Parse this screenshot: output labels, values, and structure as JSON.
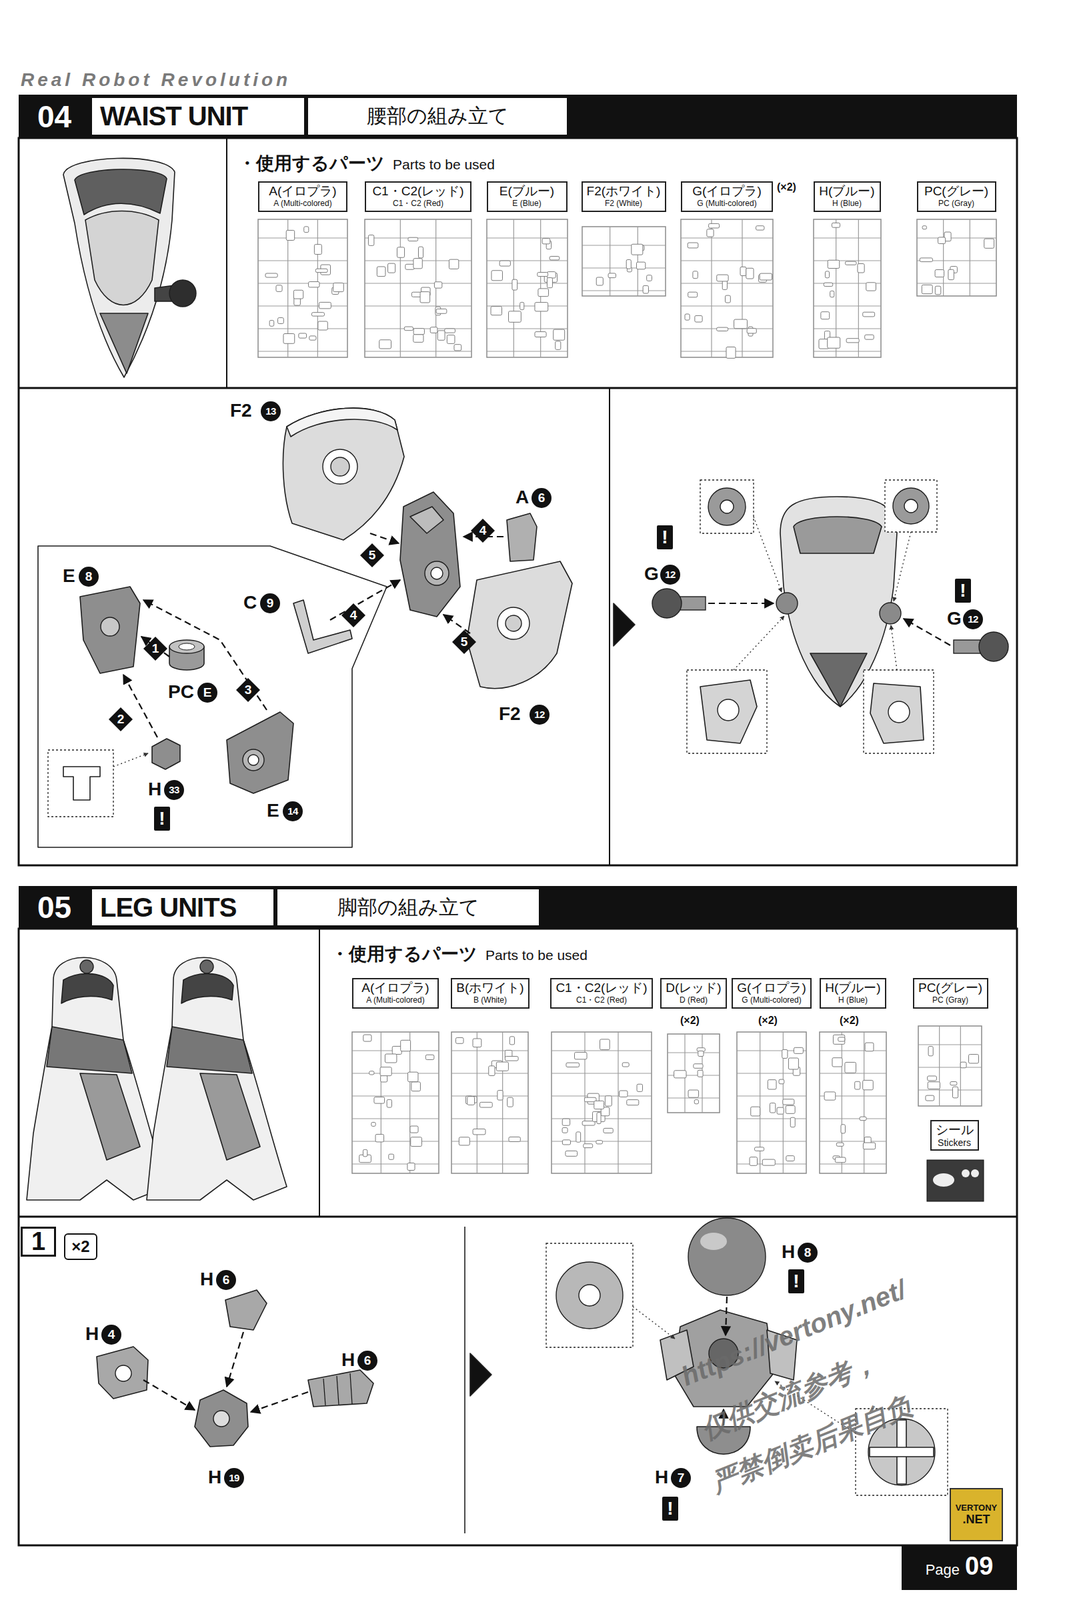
{
  "diagram": {
    "title": "Real Robot Revolution",
    "nodes": [
      {
        "text": [
          "04"
        ]
      },
      {
        "text": [
          "WAIST UNIT"
        ]
      },
      {
        "text": [
          "腰部の組み立て"
        ]
      },
      {
        "text": [
          "・使用するパーツ",
          "Parts to be used"
        ]
      },
      {
        "text": [
          "A(イロプラ)",
          "A (Multi-colored)"
        ],
        "in": 3
      },
      {
        "text": [
          "C1・C2(レッド)",
          "C1・C2 (Red)"
        ],
        "in": 3
      },
      {
        "text": [
          "E(ブルー)",
          "E (Blue)"
        ],
        "in": 3
      },
      {
        "text": [
          "F2(ホワイト)",
          "F2 (White)"
        ],
        "in": 3
      },
      {
        "text": [
          "G(イロプラ)",
          "G (Multi-colored)"
        ],
        "in": 3
      },
      {
        "text": [
          "H(ブルー)",
          "H (Blue)"
        ],
        "in": 3
      },
      {
        "text": [
          "PC(グレー)",
          "PC (Gray)"
        ],
        "in": 3
      },
      {
        "text": [
          "05"
        ]
      },
      {
        "text": [
          "LEG UNITS"
        ]
      },
      {
        "text": [
          "脚部の組み立て"
        ]
      },
      {
        "text": [
          "・使用するパーツ",
          "Parts to be used"
        ]
      },
      {
        "text": [
          "A(イロプラ)",
          "A (Multi-colored)"
        ],
        "in": 14
      },
      {
        "text": [
          "B(ホワイト)",
          "B (White)"
        ],
        "in": 14
      },
      {
        "text": [
          "C1・C2(レッド)",
          "C1・C2 (Red)"
        ],
        "in": 14
      },
      {
        "text": [
          "D(レッド)",
          "D (Red)"
        ],
        "in": 14
      },
      {
        "text": [
          "G(イロプラ)",
          "G (Multi-colored)"
        ],
        "in": 14
      },
      {
        "text": [
          "H(ブルー)",
          "H (Blue)"
        ],
        "in": 14
      },
      {
        "text": [
          "PC(グレー)",
          "PC (Gray)"
        ],
        "in": 14
      },
      {
        "text": [
          "シール",
          "Stickers"
        ],
        "in": 14
      },
      {
        "text": [
          "1"
        ]
      },
      {
        "text": [
          "×2"
        ]
      },
      {
        "text": [
          "VERTONY",
          ".NET"
        ]
      },
      {
        "text": [
          "Page",
          "09"
        ]
      }
    ],
    "labels": [
      "(×2)",
      "F2",
      "13",
      "A",
      "6",
      "C",
      "9",
      "F2",
      "12",
      "E",
      "8",
      "PC",
      "E",
      "H",
      "33",
      "!",
      "E",
      "14",
      "1",
      "2",
      "3",
      "4",
      "4",
      "5",
      "5",
      "!",
      "G",
      "12",
      "!",
      "G",
      "12",
      "(×2)",
      "(×2)",
      "(×2)",
      "H",
      "6",
      "H",
      "4",
      "H",
      "6",
      "H",
      "19",
      "H",
      "8",
      "!",
      "H",
      "7",
      "!",
      "https://vertony.net/",
      "仅供交流参考，",
      "严禁倒卖后果自负"
    ]
  }
}
